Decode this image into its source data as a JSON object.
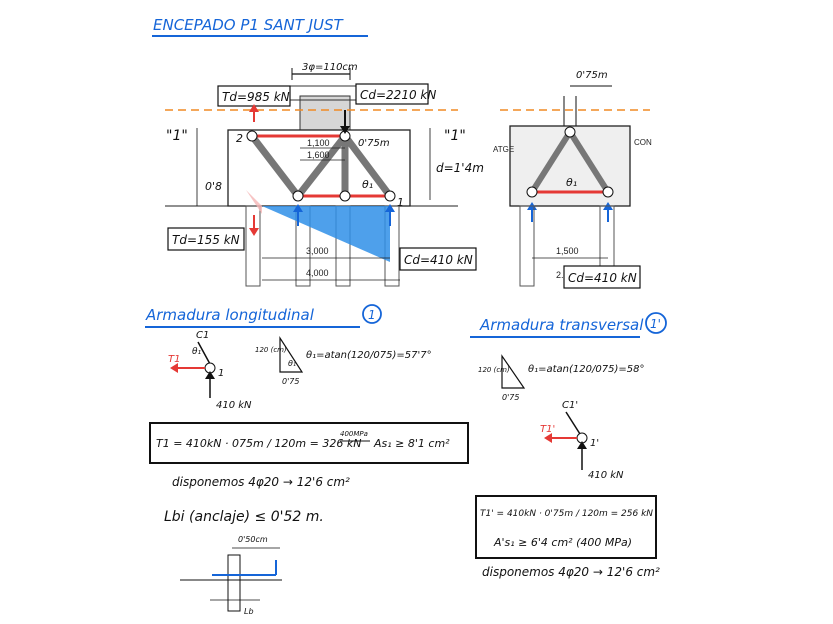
{
  "title": "ENCEPADO P1 SANT JUST",
  "elevation": {
    "td_top": "Td=985 kN",
    "cd_top": "Cd=2210 kN",
    "pile_spacing": "3φ=110cm",
    "label_one_left": "\"1\"",
    "label_one_right": "\"1\"",
    "dim_1100": "1,100",
    "dim_1600": "1,600",
    "dim_075": "0'75m",
    "dim_3000": "3,000",
    "dim_4000": "4,000",
    "depth_left": "0'8",
    "d_value": "d=1'4m",
    "theta": "θ₁",
    "node_2": "2",
    "node_1": "1",
    "td_bottom": "Td=155 kN",
    "cd_right": "Cd=410 kN"
  },
  "section": {
    "top_dim": "0'75m",
    "label_atge": "ATGE",
    "label_con": "CON",
    "theta": "θ₁",
    "dim_1500": "1,500",
    "dim_2": "2.",
    "cd": "Cd=410 kN"
  },
  "longitudinal": {
    "heading": "Armadura longitudinal",
    "circle": "1",
    "force_c1": "C1",
    "force_t1": "T1",
    "theta": "θ₁",
    "node": "1",
    "reaction": "410 kN",
    "tri_vert": "120 (cm)",
    "tri_hyp": "θ₁",
    "tri_base": "0'75",
    "angle_formula": "θ₁=atan(120/075)=57'7°",
    "eq_lhs": "T1 = 410kN · 075m / 120m = 326 kN",
    "eq_step": "400MPa",
    "eq_result": "As₁ ≥ 8'1 cm²",
    "dispose": "disponemos 4φ20 → 12'6 cm²",
    "anchor": "Lbi (anclaje) ≤ 0'52 m.",
    "anchor_dim": "0'50cm",
    "anchor_lb": "Lb"
  },
  "transversal": {
    "heading": "Armadura transversal",
    "circle": "1'",
    "tri_vert": "120 (cm)",
    "tri_base": "0'75",
    "angle_formula": "θ₁=atan(120/075)=58°",
    "force_c1": "C1'",
    "force_t1": "T1'",
    "node": "1'",
    "reaction": "410 kN",
    "eq_lhs": "T1' = 410kN · 0'75m / 120m = 256 kN",
    "eq_result": "A's₁ ≥ 6'4 cm² (400 MPa)",
    "dispose": "disponemos 4φ20 → 12'6 cm²"
  },
  "colors": {
    "ink": "#111111",
    "blue": "#1565d8",
    "red": "#e53935",
    "orange": "#f08a24",
    "fill_blue": "#2f8fe8"
  }
}
